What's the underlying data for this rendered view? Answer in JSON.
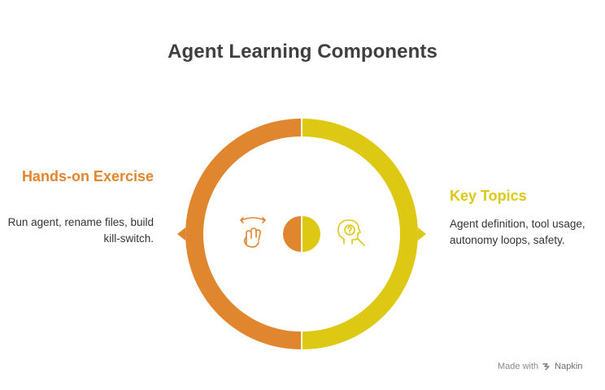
{
  "title": "Agent Learning Components",
  "left": {
    "heading": "Hands-on Exercise",
    "description": "Run agent, rename files, build kill-switch.",
    "color": "#e0862f",
    "icon": "hand-swipe-icon"
  },
  "right": {
    "heading": "Key Topics",
    "description": "Agent definition, tool usage, autonomy loops, safety.",
    "color": "#ddc813",
    "icon": "head-search-icon"
  },
  "footer": {
    "made_with": "Made with",
    "brand": "Napkin"
  }
}
